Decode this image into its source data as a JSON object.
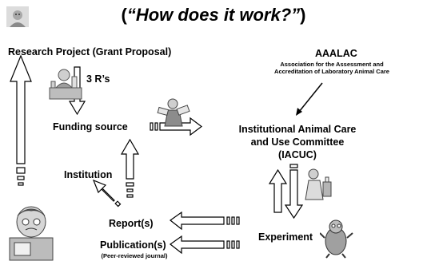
{
  "title": {
    "open": "(",
    "quote": "“How does it work?”",
    "close": ")"
  },
  "research_project": "Research Project (Grant Proposal)",
  "three_rs": "3 R’s",
  "funding_source": "Funding source",
  "institution": "Institution",
  "aaalac": {
    "acronym": "AAALAC",
    "full_name_line1": "Association for the Assessment and",
    "full_name_line2": "Accreditation of Laboratory Animal Care"
  },
  "iacuc": {
    "line1": "Institutional Animal Care",
    "line2": "and Use Committee",
    "line3": "(IACUC)"
  },
  "reports": "Report(s)",
  "publications": "Publication(s)",
  "publications_note": "(Peer-reviewed journal)",
  "experiment": "Experiment"
}
